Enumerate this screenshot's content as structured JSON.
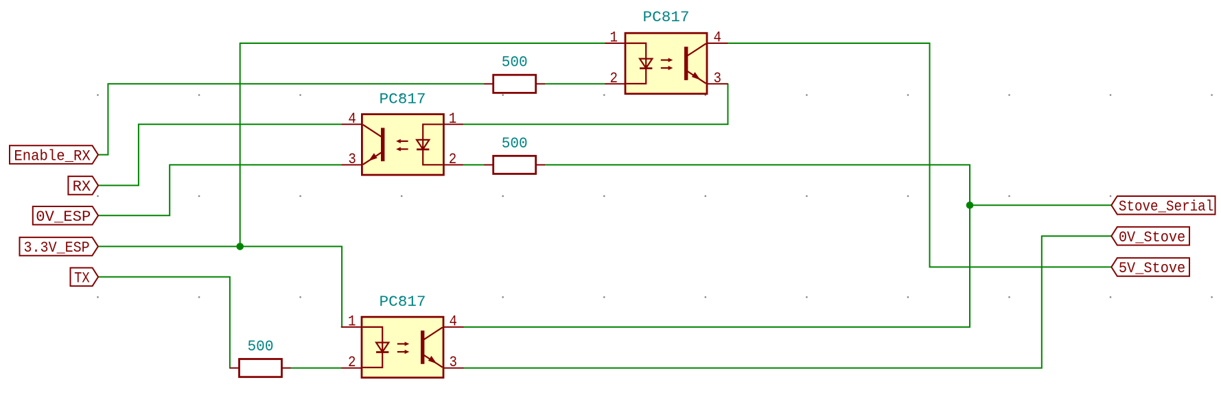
{
  "title": "optocoupler-schematic",
  "colors": {
    "wire": "#008400",
    "component": "#840000",
    "body_fill": "#FFFFC2",
    "value_text": "#008484",
    "label_text": "#840000",
    "grid_dot": "#848484",
    "background": "#FFFFFF"
  },
  "components": {
    "opto_top": {
      "value": "PC817",
      "pins": {
        "tl": "1",
        "bl": "2",
        "tr": "4",
        "br": "3"
      }
    },
    "opto_middle": {
      "value": "PC817",
      "pins": {
        "tl": "4",
        "bl": "3",
        "tr": "1",
        "br": "2"
      }
    },
    "opto_bottom": {
      "value": "PC817",
      "pins": {
        "tl": "1",
        "bl": "2",
        "tr": "4",
        "br": "3"
      }
    },
    "resistor_top": {
      "value": "500"
    },
    "resistor_middle": {
      "value": "500"
    },
    "resistor_bottom": {
      "value": "500"
    }
  },
  "labels": {
    "left": [
      {
        "text": "Enable_RX"
      },
      {
        "text": "RX"
      },
      {
        "text": "0V_ESP"
      },
      {
        "text": "3.3V_ESP"
      },
      {
        "text": "TX"
      }
    ],
    "right": [
      {
        "text": "Stove_Serial"
      },
      {
        "text": "0V_Stove"
      },
      {
        "text": "5V_Stove"
      }
    ]
  }
}
